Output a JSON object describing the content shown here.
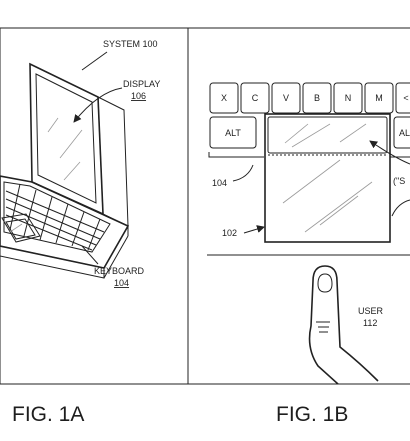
{
  "fig_1a": {
    "system_label": "SYSTEM 100",
    "display_label": "DISPLAY",
    "display_ref": "106",
    "keyboard_label": "KEYBOARD",
    "keyboard_ref": "104",
    "caption": "FIG. 1A"
  },
  "fig_1b": {
    "keys": [
      "X",
      "C",
      "V",
      "B",
      "N",
      "M",
      "<"
    ],
    "alt_left": "ALT",
    "alt_right": "AL",
    "keyboard_ref": "104",
    "touchpad_ref": "102",
    "partial_label": "(\"S",
    "user_label": "USER",
    "user_ref": "112",
    "caption": "FIG. 1B"
  }
}
